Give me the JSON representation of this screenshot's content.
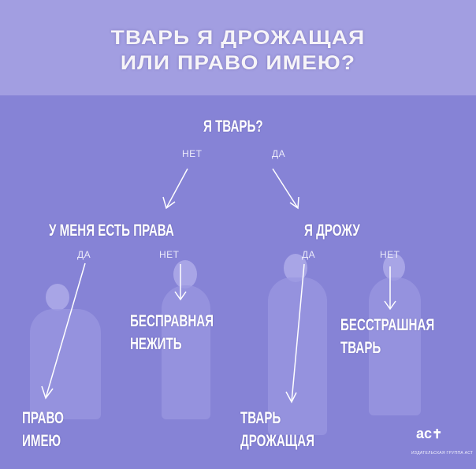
{
  "header": {
    "line1": "ТВАРЬ Я ДРОЖАЩАЯ",
    "line2": "ИЛИ ПРАВО ИМЕЮ?"
  },
  "diagram": {
    "root": "Я ТВАРЬ?",
    "root_no": "НЕТ",
    "root_yes": "ДА",
    "left": "У МЕНЯ ЕСТЬ ПРАВА",
    "left_yes": "ДА",
    "left_no": "НЕТ",
    "right": "Я ДРОЖУ",
    "right_yes": "ДА",
    "right_no": "НЕТ",
    "leaf1": [
      "ПРАВО",
      "ИМЕЮ"
    ],
    "leaf2": [
      "БЕСПРАВНАЯ",
      "НЕЖИТЬ"
    ],
    "leaf3": [
      "ТВАРЬ",
      "ДРОЖАЩАЯ"
    ],
    "leaf4": [
      "БЕССТРАШНАЯ",
      "ТВАРЬ"
    ]
  },
  "logo": {
    "text": "ас",
    "sub": "ИЗДАТЕЛЬСКАЯ ГРУППА АСТ"
  },
  "colors": {
    "header_bg": "#a29ee1",
    "body_bg": "#8683d6",
    "text": "#ffffff"
  }
}
